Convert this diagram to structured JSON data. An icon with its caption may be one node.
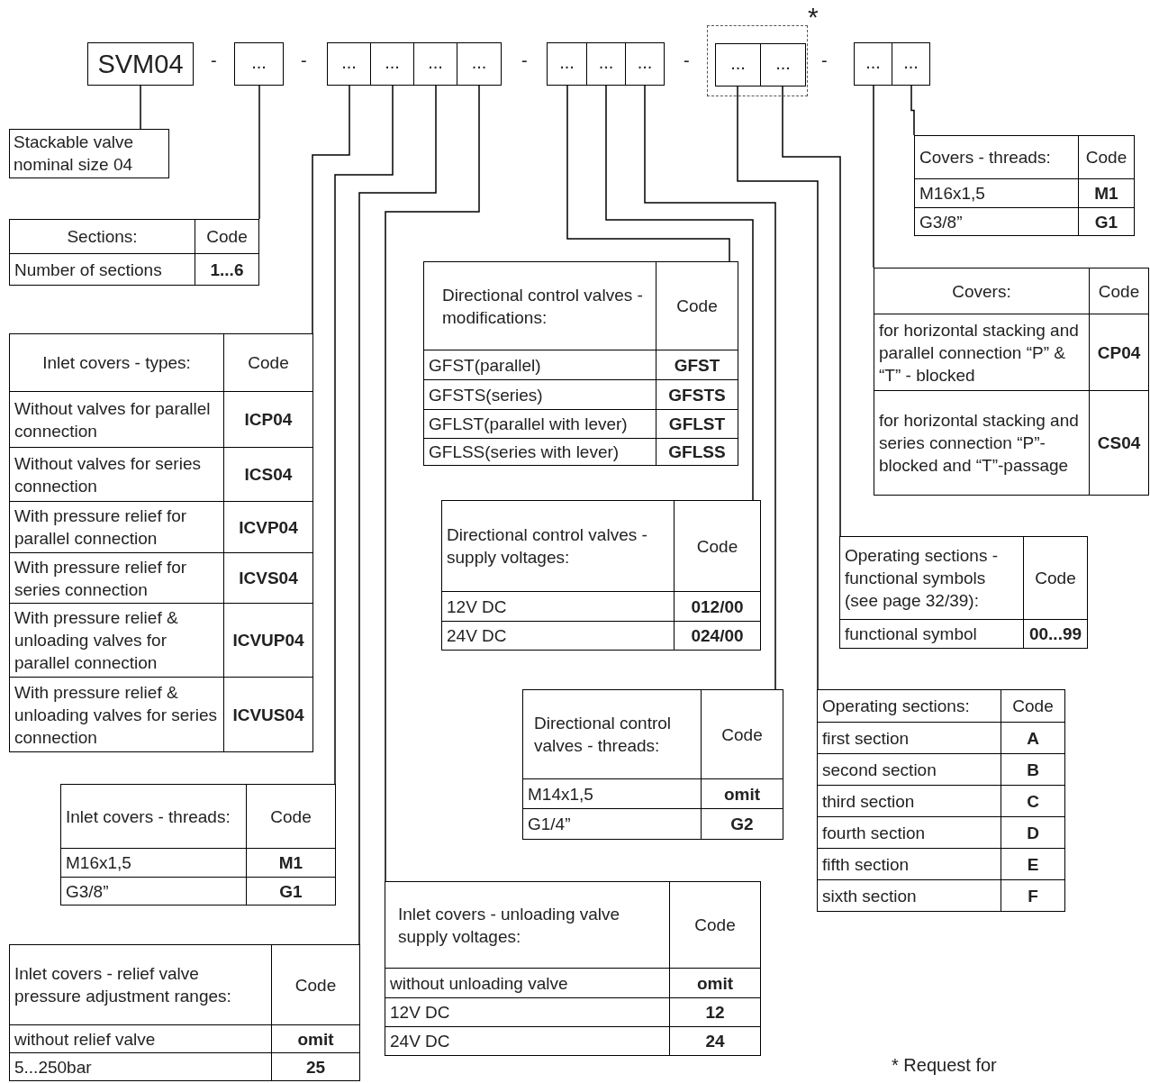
{
  "diagram": {
    "nodes": [
      {
        "text": [
          "SVM04"
        ]
      },
      {
        "text": [
          "..."
        ]
      },
      {
        "text": [
          "..."
        ]
      },
      {
        "text": [
          "..."
        ]
      },
      {
        "text": [
          "..."
        ]
      },
      {
        "text": [
          "..."
        ]
      },
      {
        "text": [
          "..."
        ]
      },
      {
        "text": [
          "..."
        ]
      },
      {
        "text": [
          "..."
        ]
      },
      {
        "text": [],
        "shape": "box"
      },
      {
        "text": [
          "..."
        ],
        "in": 9
      },
      {
        "text": [
          "..."
        ],
        "in": 9
      },
      {
        "text": [
          "..."
        ]
      },
      {
        "text": [
          "..."
        ]
      },
      {
        "text": [
          "Stackable valve nominal size 04"
        ]
      },
      {
        "text": [
          "Covers - threads:",
          "Code",
          "M16x1,5",
          "M1",
          "G3/8”",
          "G1"
        ]
      },
      {
        "text": [
          "Sections:",
          "Code",
          "Number of sections",
          "1...6"
        ]
      },
      {
        "text": [
          "Directional control valves - modifications:",
          "Code",
          "GFST(parallel)",
          "GFST",
          "GFSTS(series)",
          "GFSTS",
          "GFLST(parallel with lever)",
          "GFLST",
          "GFLSS(series with lever)",
          "GFLSS"
        ]
      },
      {
        "text": [
          "Covers:",
          "Code",
          "for horizontal stacking and parallel connection “P” & “T” - blocked",
          "CP04",
          "for horizontal stacking and series connection “P”-blocked and “T”-passage",
          "CS04"
        ]
      },
      {
        "text": [
          "Inlet covers - types:",
          "Code",
          "Without valves for parallel connection",
          "ICP04",
          "Without valves for series connection",
          "ICS04",
          "With pressure relief for parallel connection",
          "ICVP04",
          "With pressure relief for series connection",
          "ICVS04",
          "With pressure relief & unloading valves for parallel connection",
          "ICVUP04",
          "With pressure relief & unloading valves for series connection",
          "ICVUS04"
        ]
      },
      {
        "text": [
          "Directional control valves - supply voltages:",
          "Code",
          "12V DC",
          "012/00",
          "24V DC",
          "024/00"
        ]
      },
      {
        "text": [
          "Operating sections - functional symbols (see page 32/39):",
          "Code",
          "functional symbol",
          "00...99"
        ]
      },
      {
        "text": [
          "Directional control valves - threads:",
          "Code",
          "M14x1,5",
          "omit",
          "G1/4”",
          "G2"
        ]
      },
      {
        "text": [
          "Operating sections:",
          "Code",
          "first section",
          "A",
          "second section",
          "B",
          "third section",
          "C",
          "fourth section",
          "D",
          "fifth section",
          "E",
          "sixth section",
          "F"
        ]
      },
      {
        "text": [
          "Inlet covers - threads:",
          "Code",
          "M16x1,5",
          "M1",
          "G3/8”",
          "G1"
        ]
      },
      {
        "text": [
          "Inlet covers - unloading valve supply voltages:",
          "Code",
          "without unloading valve",
          "omit",
          "12V DC",
          "12",
          "24V DC",
          "24"
        ]
      },
      {
        "text": [
          "Inlet covers - relief valve pressure adjustment ranges:",
          "Code",
          "without relief valve",
          "omit",
          "5...250bar",
          "25"
        ]
      }
    ],
    "edges": [
      {
        "from": 0,
        "to": 14,
        "arrow": "none"
      },
      {
        "from": 1,
        "to": 16,
        "arrow": "none"
      },
      {
        "from": 2,
        "to": 19,
        "arrow": "none"
      },
      {
        "from": 3,
        "to": 24,
        "arrow": "none"
      },
      {
        "from": 4,
        "to": 26,
        "arrow": "none"
      },
      {
        "from": 5,
        "to": 25,
        "arrow": "none"
      },
      {
        "from": 6,
        "to": 17,
        "arrow": "none"
      },
      {
        "from": 7,
        "to": 20,
        "arrow": "none"
      },
      {
        "from": 8,
        "to": 22,
        "arrow": "none"
      },
      {
        "from": 10,
        "to": 23,
        "arrow": "none"
      },
      {
        "from": 11,
        "to": 21,
        "arrow": "none"
      },
      {
        "from": 12,
        "to": 18,
        "arrow": "none"
      },
      {
        "from": 13,
        "to": 15,
        "arrow": "none"
      }
    ],
    "labels": [
      "-",
      "-",
      "-",
      "-",
      "-",
      "*",
      "* Request for"
    ]
  }
}
